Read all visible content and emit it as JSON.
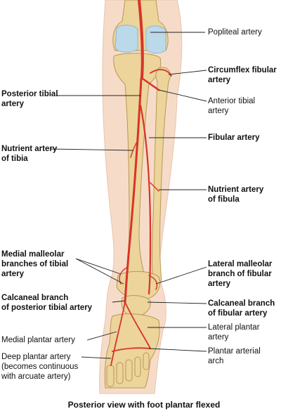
{
  "labels": {
    "popliteal": "Popliteal artery",
    "circumflex_1": "Circumflex fibular",
    "circumflex_2": "artery",
    "posterior_tibial_1": "Posterior tibial",
    "posterior_tibial_2": "artery",
    "anterior_tibial_1": "Anterior tibial",
    "anterior_tibial_2": "artery",
    "fibular": "Fibular artery",
    "nutrient_tibia_1": "Nutrient artery",
    "nutrient_tibia_2": "of tibia",
    "nutrient_fibula_1": "Nutrient artery",
    "nutrient_fibula_2": "of fibula",
    "medial_malleolar_1": "Medial malleolar",
    "medial_malleolar_2": "branches of tibial",
    "medial_malleolar_3": "artery",
    "lateral_malleolar_1": "Lateral malleolar",
    "lateral_malleolar_2": "branch of fibular",
    "lateral_malleolar_3": "artery",
    "calcaneal_post_1": "Calcaneal branch",
    "calcaneal_post_2": "of posterior tibial artery",
    "calcaneal_fib_1": "Calcaneal branch",
    "calcaneal_fib_2": "of fibular artery",
    "medial_plantar": "Medial plantar artery",
    "lateral_plantar_1": "Lateral plantar",
    "lateral_plantar_2": "artery",
    "deep_plantar_1": "Deep plantar artery",
    "deep_plantar_2": "(becomes continuous",
    "deep_plantar_3": "with arcuate artery)",
    "plantar_arch_1": "Plantar arterial",
    "plantar_arch_2": "arch"
  },
  "caption": "Posterior view with foot plantar flexed",
  "colors": {
    "skin": "#f6dcc8",
    "bone": "#ecd49a",
    "bone_edge": "#b89758",
    "cartilage": "#bcd9ea",
    "artery": "#d8332a",
    "artery_dark": "#a81e18"
  }
}
